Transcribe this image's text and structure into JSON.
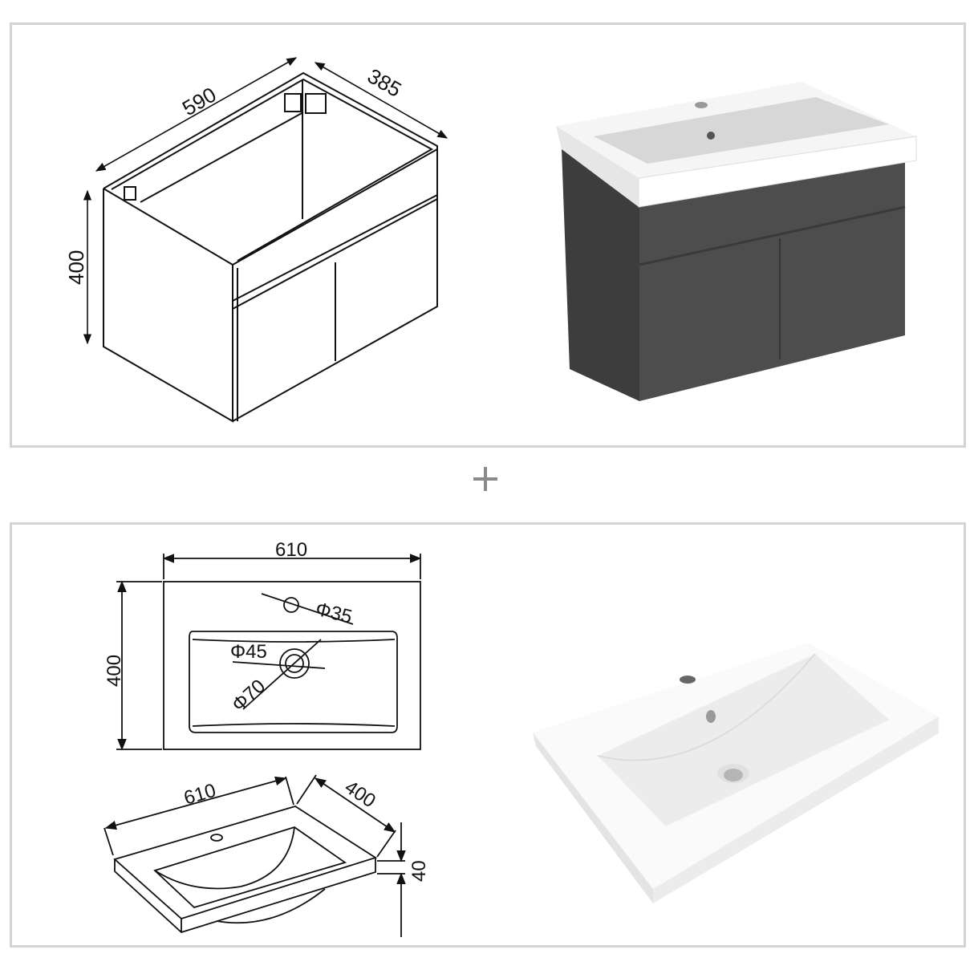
{
  "top_panel": {
    "cabinet_drawing": {
      "width_label": "590",
      "depth_label": "385",
      "height_label": "400"
    },
    "cabinet_render": {
      "cabinet_color": "#4a4a4a",
      "basin_color": "#f4f4f4"
    }
  },
  "separator": {
    "symbol": "+"
  },
  "bottom_panel": {
    "basin_top_view": {
      "width_label": "610",
      "height_label": "400",
      "tap_hole_label": "Φ35",
      "drain_inner_label": "Φ45",
      "drain_outer_label": "Φ70"
    },
    "basin_iso_view": {
      "width_label": "610",
      "depth_label": "400",
      "thickness_label": "40"
    },
    "basin_render": {
      "basin_color": "#f6f6f6"
    }
  },
  "colors": {
    "panel_border": "#d4d4d4",
    "line": "#111111",
    "plus": "#8a8a8a"
  }
}
